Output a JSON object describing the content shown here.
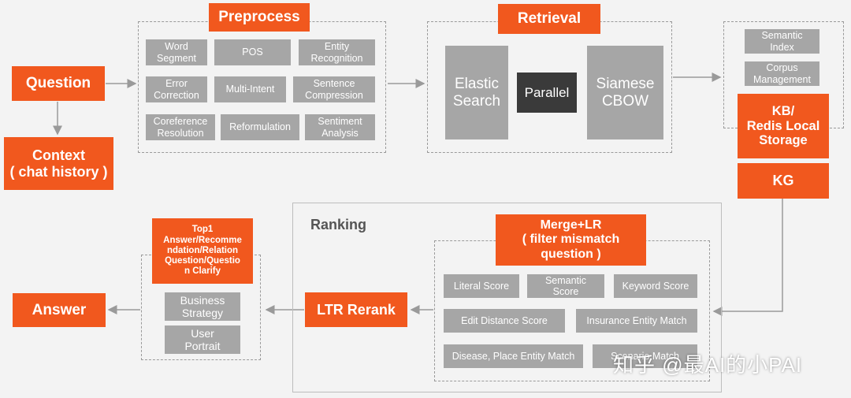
{
  "question": "Question",
  "context": "Context\n( chat history )",
  "preprocess": {
    "title": "Preprocess",
    "items": [
      "Word\nSegment",
      "POS",
      "Entity\nRecognition",
      "Error\nCorrection",
      "Multi-Intent",
      "Sentence\nCompression",
      "Coreference\nResolution",
      "Reformulation",
      "Sentiment\nAnalysis"
    ]
  },
  "retrieval": {
    "title": "Retrieval",
    "elastic": "Elastic\nSearch",
    "parallel": "Parallel",
    "siamese": "Siamese\nCBOW"
  },
  "kb": {
    "semantic_index": "Semantic\nIndex",
    "corpus": "Corpus\nManagement",
    "storage": "KB/\nRedis Local\nStorage",
    "kg": "KG"
  },
  "ranking": {
    "title": "Ranking",
    "merge": "Merge+LR\n( filter mismatch\nquestion )",
    "scores": [
      "Literal Score",
      "Semantic\nScore",
      "Keyword Score",
      "Edit Distance Score",
      "Insurance Entity Match",
      "Disease, Place Entity Match",
      "Scenario Match"
    ],
    "ltr": "LTR Rerank"
  },
  "output": {
    "top1": "Top1\nAnswer/Recomme\nndation/Relation\nQuestion/Questio\nn Clarify",
    "business": "Business\nStrategy",
    "user": "User\nPortrait",
    "answer": "Answer"
  },
  "watermark": "知乎 @最AI的小PAI",
  "colors": {
    "accent": "#f1581e",
    "box": "#a6a6a6",
    "dark": "#3a3a3a",
    "background": "#f3f3f3"
  }
}
